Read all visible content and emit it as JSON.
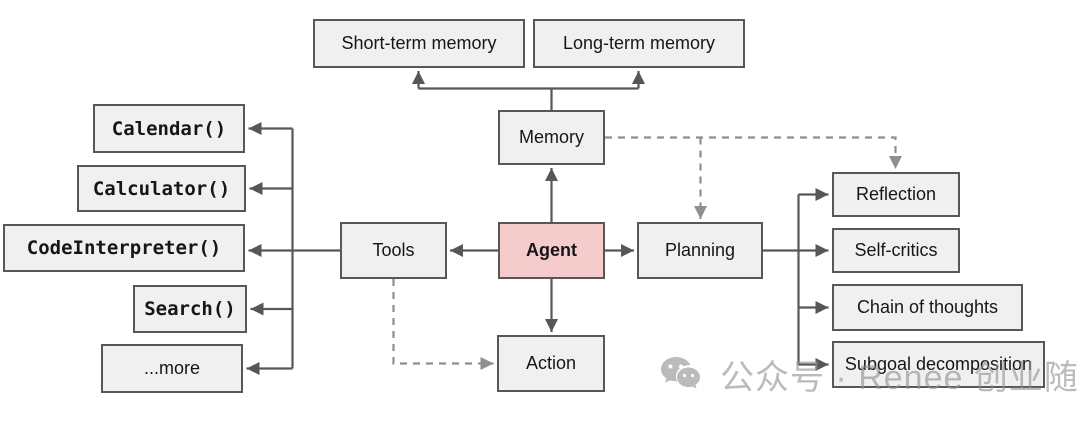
{
  "nodes": {
    "short_term_memory": {
      "label": "Short-term memory"
    },
    "long_term_memory": {
      "label": "Long-term memory"
    },
    "memory": {
      "label": "Memory"
    },
    "agent": {
      "label": "Agent"
    },
    "tools": {
      "label": "Tools"
    },
    "planning": {
      "label": "Planning"
    },
    "action": {
      "label": "Action"
    },
    "calendar": {
      "label": "Calendar()"
    },
    "calculator": {
      "label": "Calculator()"
    },
    "code_interpreter": {
      "label": "CodeInterpreter()"
    },
    "search": {
      "label": "Search()"
    },
    "more": {
      "label": "...more"
    },
    "reflection": {
      "label": "Reflection"
    },
    "self_critics": {
      "label": "Self-critics"
    },
    "chain_of_thoughts": {
      "label": "Chain of thoughts"
    },
    "subgoal_decomposition": {
      "label": "Subgoal decomposition"
    }
  },
  "edges": [
    {
      "from": "memory",
      "to": "short_term_memory",
      "style": "solid"
    },
    {
      "from": "memory",
      "to": "long_term_memory",
      "style": "solid"
    },
    {
      "from": "agent",
      "to": "memory",
      "style": "solid"
    },
    {
      "from": "agent",
      "to": "tools",
      "style": "solid"
    },
    {
      "from": "agent",
      "to": "planning",
      "style": "solid"
    },
    {
      "from": "agent",
      "to": "action",
      "style": "solid"
    },
    {
      "from": "tools",
      "to": "calendar",
      "style": "solid"
    },
    {
      "from": "tools",
      "to": "calculator",
      "style": "solid"
    },
    {
      "from": "tools",
      "to": "code_interpreter",
      "style": "solid"
    },
    {
      "from": "tools",
      "to": "search",
      "style": "solid"
    },
    {
      "from": "tools",
      "to": "more",
      "style": "solid"
    },
    {
      "from": "planning",
      "to": "reflection",
      "style": "solid"
    },
    {
      "from": "planning",
      "to": "self_critics",
      "style": "solid"
    },
    {
      "from": "planning",
      "to": "chain_of_thoughts",
      "style": "solid"
    },
    {
      "from": "planning",
      "to": "subgoal_decomposition",
      "style": "solid"
    },
    {
      "from": "memory",
      "to": "planning",
      "style": "dashed"
    },
    {
      "from": "memory",
      "to": "reflection",
      "style": "dashed"
    },
    {
      "from": "tools",
      "to": "action",
      "style": "dashed"
    }
  ],
  "colors": {
    "node_fill": "#f0f0f0",
    "node_border": "#575757",
    "agent_fill": "#f4cccc",
    "solid_arrow": "#575757",
    "dashed_arrow": "#8f8f8f",
    "watermark": "#919191"
  },
  "watermark": {
    "text": "公众号 · Renee 创业随笔"
  }
}
